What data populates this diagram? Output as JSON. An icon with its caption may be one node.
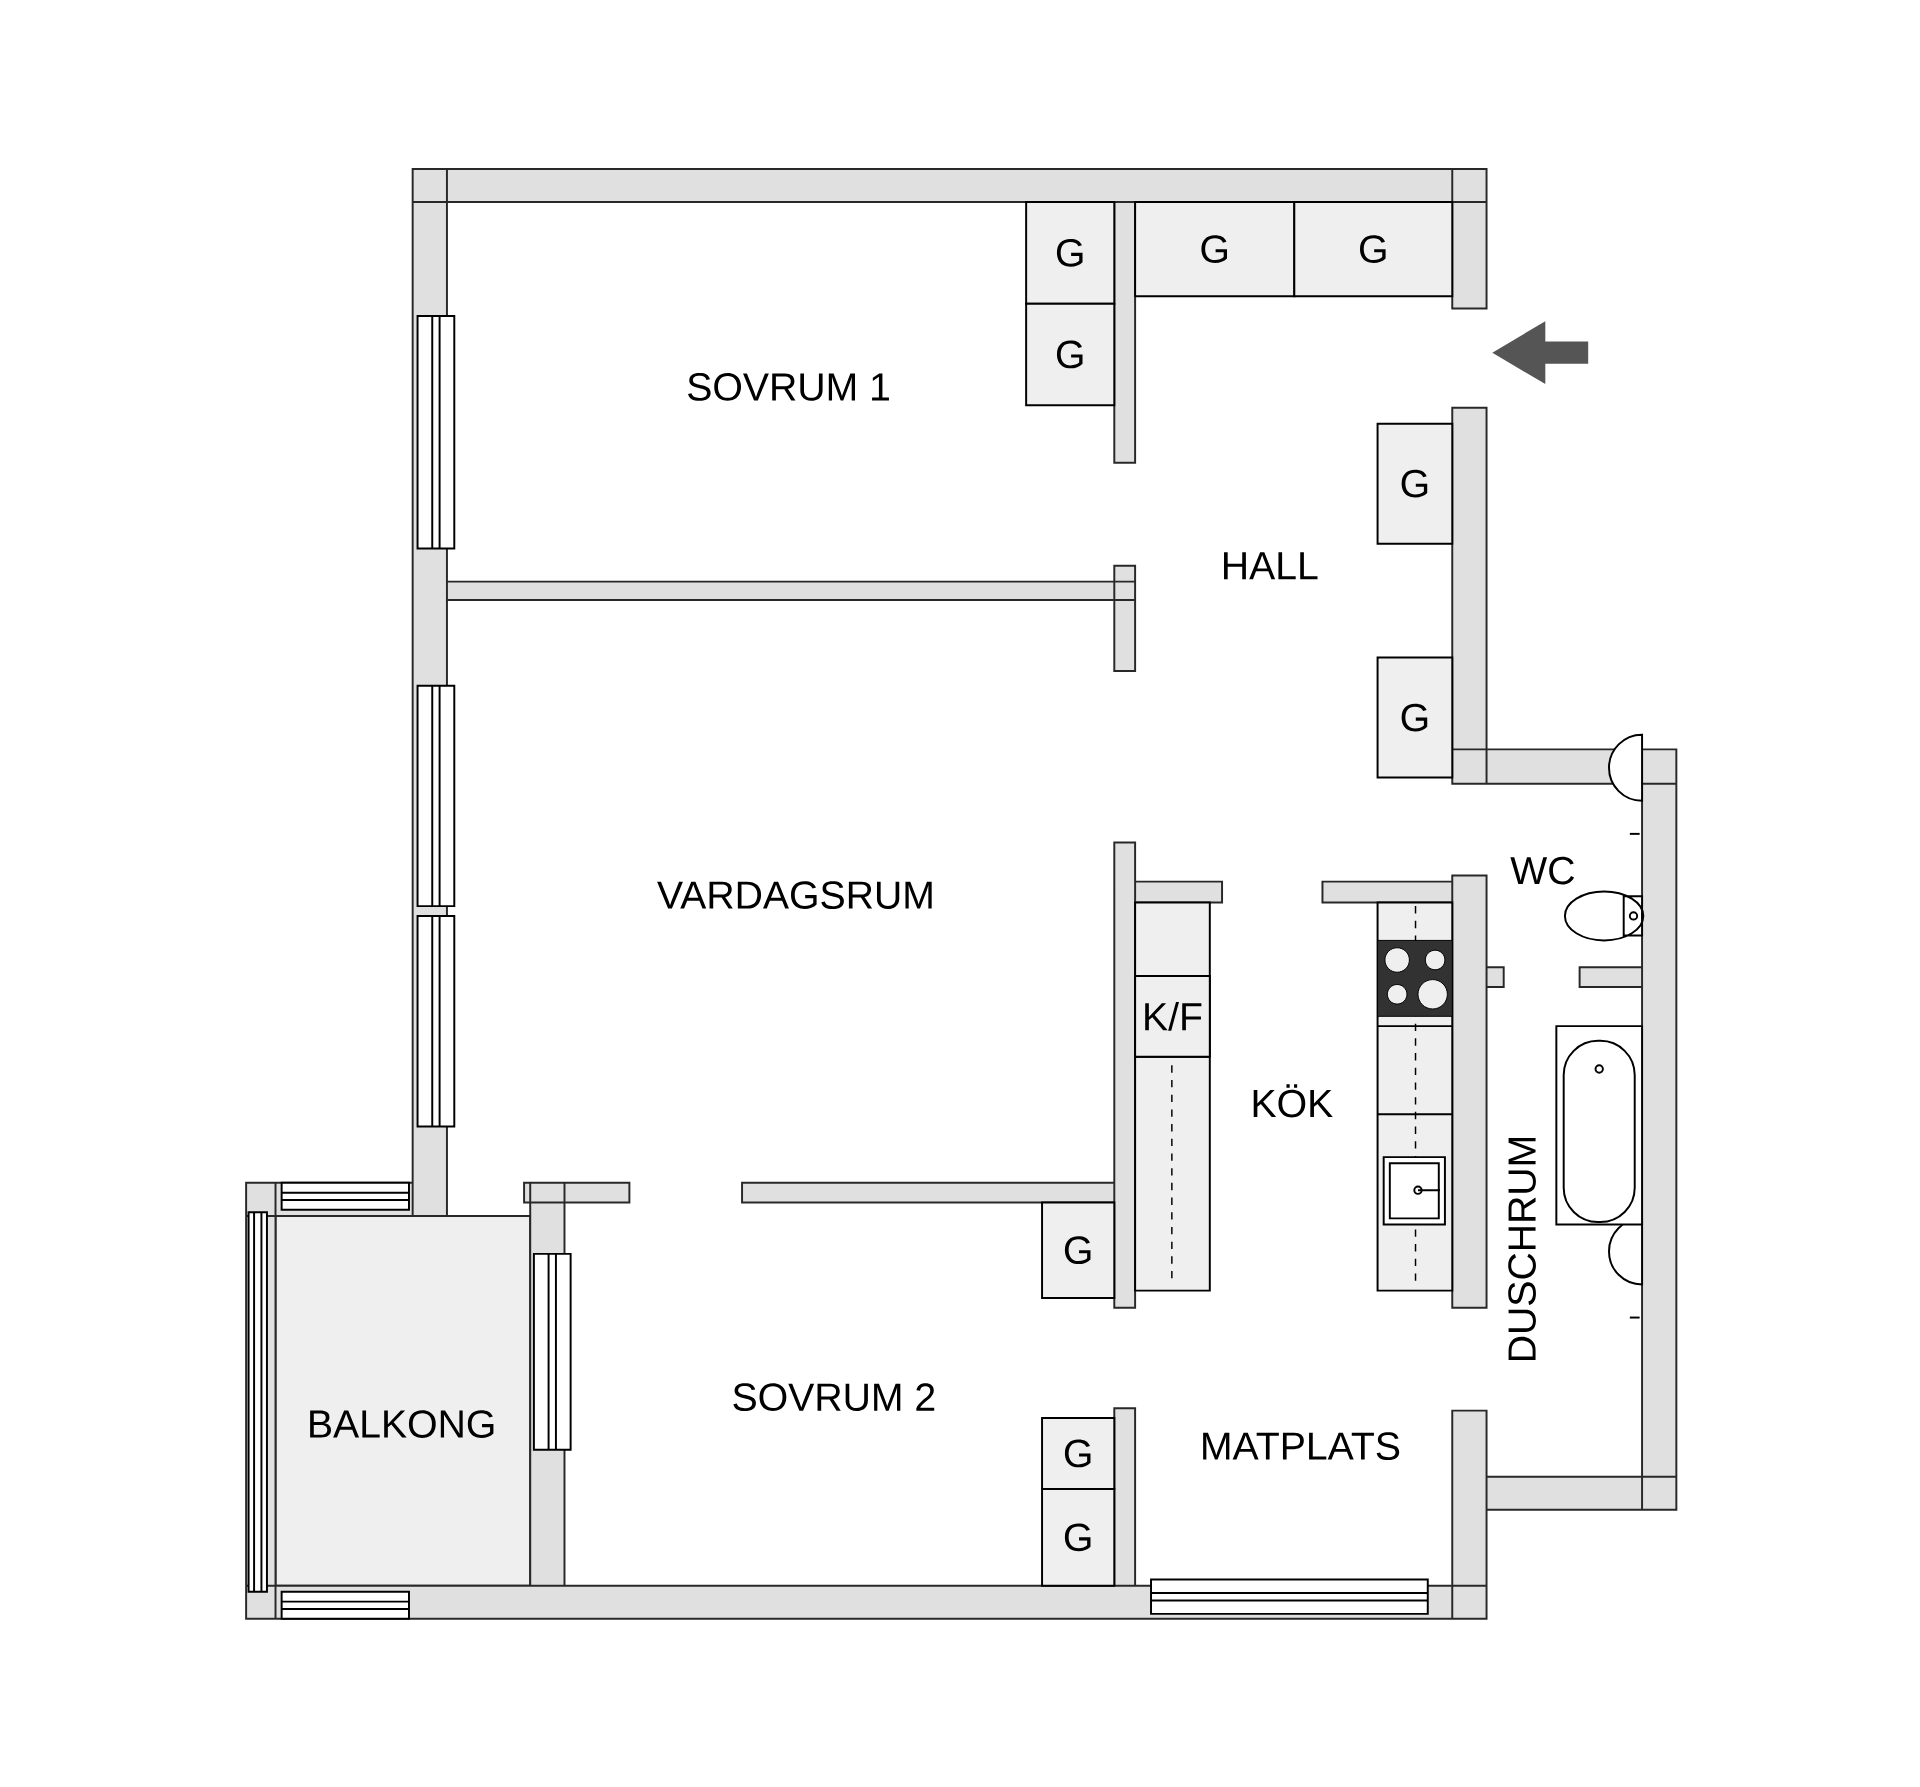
{
  "diagram": {
    "nodes": [
      {
        "text": [
          "G"
        ]
      },
      {
        "text": [
          "G"
        ]
      },
      {
        "text": [
          "G"
        ]
      },
      {
        "text": [
          "G"
        ]
      },
      {
        "text": [
          "G"
        ]
      },
      {
        "text": [
          "G"
        ]
      },
      {
        "text": [
          "K/F"
        ]
      },
      {
        "text": [
          "G"
        ]
      },
      {
        "text": [
          "G"
        ]
      },
      {
        "text": [
          "G"
        ]
      }
    ],
    "labels": [
      "SOVRUM 1",
      "HALL",
      "WC",
      "VARDAGSRUM",
      "KÖK",
      "DUSCHRUM",
      "SOVRUM 2",
      "BALKONG",
      "MATPLATS"
    ]
  }
}
